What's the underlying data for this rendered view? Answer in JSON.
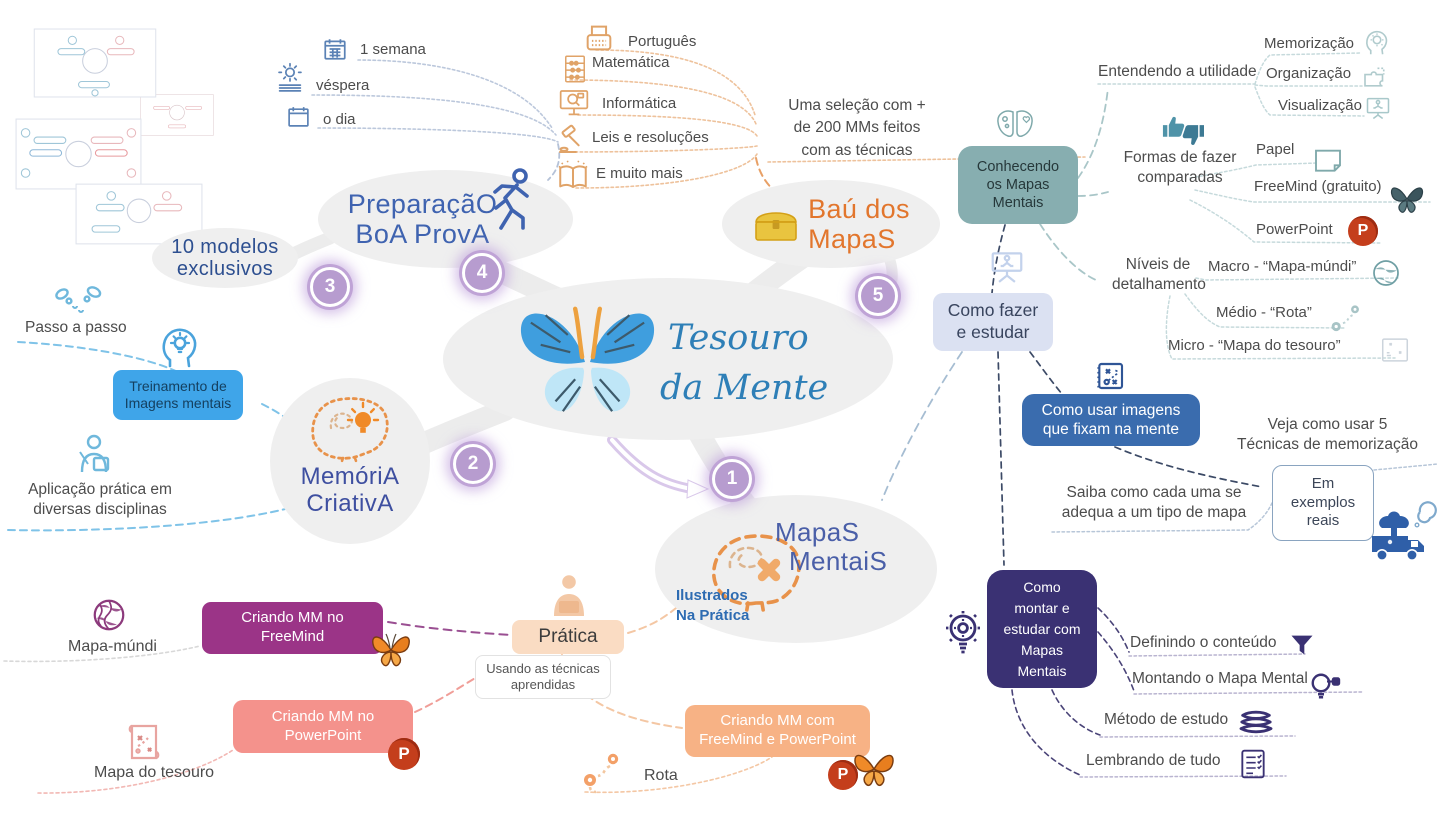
{
  "colors": {
    "central_title": "#2e7fb7",
    "preparacao_title": "#3f63b0",
    "bau_title": "#e2762d",
    "modelos_title": "#2d4f90",
    "memoria_title": "#3e4fa0",
    "mapas_title": "#4a5fa8",
    "ilustrados": "#2e6cb2",
    "badge": "#b79ccf",
    "node_gray": "#efefef",
    "treinamento_bg": "#3fa5e9",
    "conhecendo_bg": "#87aeb0",
    "como_fazer_bg": "#dbe1f2",
    "como_usar_bg": "#3a6cae",
    "montar_bg": "#3a3173",
    "freemind_bg": "#9b3487",
    "powerpoint_bg": "#f4928c",
    "ambos_bg": "#f7b285",
    "pratica_bg": "#fadcc3"
  },
  "icons": {
    "ppt_letter": "P"
  },
  "central": {
    "line1": "Tesouro",
    "line2": "da Mente"
  },
  "badges": {
    "n1": "1",
    "n2": "2",
    "n3": "3",
    "n4": "4",
    "n5": "5"
  },
  "preparacao": {
    "title1": "PreparaçãO",
    "title2": "BoA ProvA",
    "items": [
      {
        "label": "1 semana",
        "icon": "calendar-week-icon"
      },
      {
        "label": "véspera",
        "icon": "sunrise-icon"
      },
      {
        "label": "o dia",
        "icon": "calendar-day-icon"
      }
    ]
  },
  "bau": {
    "title1": "Baú dos",
    "title2": "MapaS",
    "subjects": [
      {
        "label": "Português",
        "icon": "typewriter-icon"
      },
      {
        "label": "Matemática",
        "icon": "abacus-icon"
      },
      {
        "label": "Informática",
        "icon": "computer-monitor-icon"
      },
      {
        "label": "Leis e resoluções",
        "icon": "gavel-icon"
      },
      {
        "label": "E muito mais",
        "icon": "open-book-icon"
      }
    ],
    "note1": "Uma seleção com +",
    "note2": "de 200 MMs feitos",
    "note3": "com as técnicas"
  },
  "modelos": {
    "title1": "10 modelos",
    "title2": "exclusivos"
  },
  "memoria": {
    "title1": "MemóriA",
    "title2": "CriativA",
    "passo": "Passo a passo",
    "treinamento1": "Treinamento de",
    "treinamento2": "Imagens mentais",
    "aplicacao1": "Aplicação prática em",
    "aplicacao2": "diversas disciplinas"
  },
  "mapas": {
    "title1": "MapaS",
    "title2": "MentaiS",
    "sub1": "Ilustrados",
    "sub2": "Na Prática",
    "pratica": "Prática",
    "usando1": "Usando as técnicas",
    "usando2": "aprendidas",
    "mapa_mundi": "Mapa-múndi",
    "freemind1": "Criando MM no",
    "freemind2": "FreeMind",
    "powerpoint1": "Criando MM no",
    "powerpoint2": "PowerPoint",
    "mapa_tesouro": "Mapa do tesouro",
    "ambos1": "Criando MM com",
    "ambos2": "FreeMind e PowerPoint",
    "rota": "Rota"
  },
  "conhecendo": {
    "title1": "Conhecendo",
    "title2": "os Mapas",
    "title3": "Mentais",
    "entendendo": "Entendendo a utilidade",
    "utilidades": [
      {
        "label": "Memorização",
        "icon": "head-gear-icon"
      },
      {
        "label": "Organização",
        "icon": "puzzle-icon"
      },
      {
        "label": "Visualização",
        "icon": "presentation-icon"
      }
    ],
    "formas1": "Formas de fazer",
    "formas2": "comparadas",
    "formas_itens": [
      {
        "label": "Papel",
        "icon": "paper-icon"
      },
      {
        "label": "FreeMind (gratuito)",
        "icon": "dark-butterfly-icon"
      },
      {
        "label": "PowerPoint",
        "icon": "powerpoint-logo"
      }
    ],
    "niveis1": "Níveis de",
    "niveis2": "detalhamento",
    "niveis_itens": [
      {
        "label": "Macro - “Mapa-múndi”",
        "icon": "globe-icon"
      },
      {
        "label": "Médio - “Rota”",
        "icon": "route-icon"
      },
      {
        "label": "Micro - “Mapa do tesouro”",
        "icon": "map-grid-icon"
      }
    ]
  },
  "como_fazer": {
    "title1": "Como fazer",
    "title2": "e estudar",
    "imagens1": "Como usar imagens",
    "imagens2": "que fixam na mente",
    "veja1": "Veja como usar 5",
    "veja2": "Técnicas de memorização",
    "saiba1": "Saiba como cada uma se",
    "saiba2": "adequa a um tipo de mapa",
    "exemplos1": "Em",
    "exemplos2": "exemplos",
    "exemplos3": "reais"
  },
  "montar": {
    "title1": "Como",
    "title2": "montar e",
    "title3": "estudar com",
    "title4": "Mapas",
    "title5": "Mentais",
    "itens": [
      {
        "label": "Definindo o conteúdo",
        "icon": "funnel-icon"
      },
      {
        "label": "Montando o Mapa Mental",
        "icon": "bulb-tag-icon"
      },
      {
        "label": "Método de estudo",
        "icon": "books-icon"
      },
      {
        "label": "Lembrando de tudo",
        "icon": "checklist-icon"
      }
    ]
  }
}
